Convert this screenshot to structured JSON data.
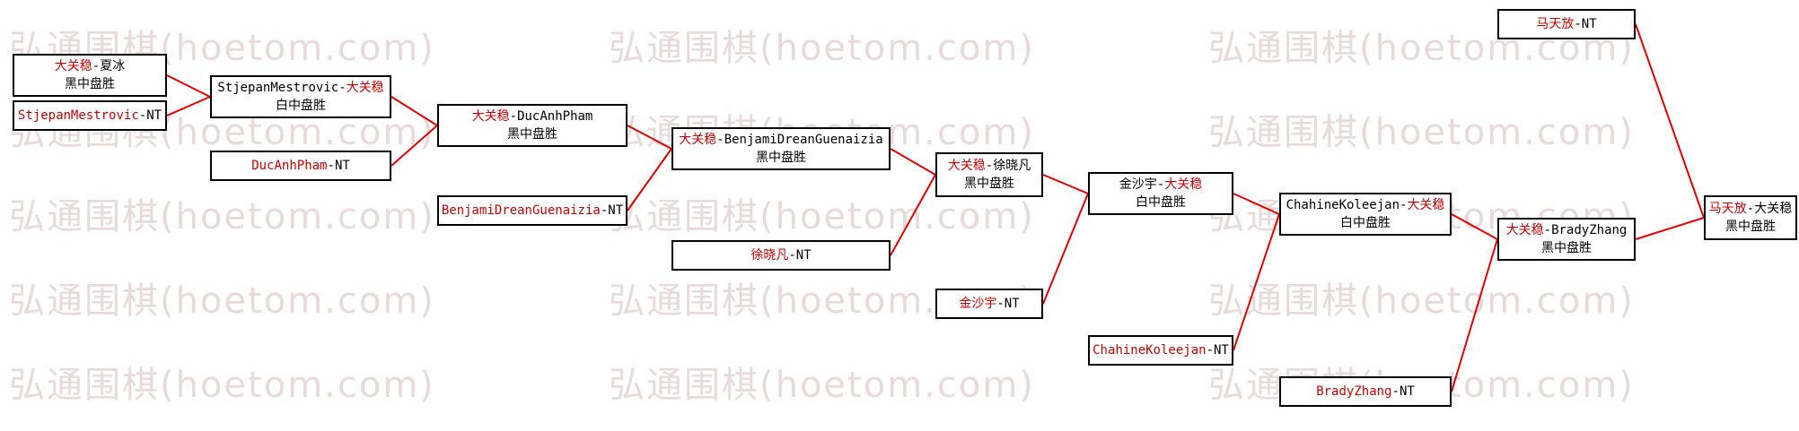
{
  "watermark": {
    "text": "弘通围棋(hoetom.com)",
    "color": "#e8dada"
  },
  "colors": {
    "winner_text": "#cc0000",
    "line": "#e60000",
    "box_border": "#000000"
  },
  "sep": "-",
  "matches": [
    {
      "id": "m1",
      "p1": "大关稳",
      "p2": "夏冰",
      "result": "黑中盘胜"
    },
    {
      "id": "m2",
      "p1": "StjepanMestrovic",
      "p2": "NT",
      "result": ""
    },
    {
      "id": "m3",
      "p1": "StjepanMestrovic",
      "p2": "大关稳",
      "result": "白中盘胜"
    },
    {
      "id": "m4",
      "p1": "DucAnhPham",
      "p2": "NT",
      "result": ""
    },
    {
      "id": "m5",
      "p1": "大关稳",
      "p2": "DucAnhPham",
      "result": "黑中盘胜"
    },
    {
      "id": "m6",
      "p1": "BenjamiDreanGuenaizia",
      "p2": "NT",
      "result": ""
    },
    {
      "id": "m7",
      "p1": "大关稳",
      "p2": "BenjamiDreanGuenaizia",
      "result": "黑中盘胜"
    },
    {
      "id": "m8",
      "p1": "徐晓凡",
      "p2": "NT",
      "result": ""
    },
    {
      "id": "m9",
      "p1": "大关稳",
      "p2": "徐晓凡",
      "result": "黑中盘胜"
    },
    {
      "id": "m10",
      "p1": "金沙宇",
      "p2": "NT",
      "result": ""
    },
    {
      "id": "m11",
      "p1": "金沙宇",
      "p2": "大关稳",
      "result": "白中盘胜"
    },
    {
      "id": "m12",
      "p1": "ChahineKoleejan",
      "p2": "NT",
      "result": ""
    },
    {
      "id": "m13",
      "p1": "ChahineKoleejan",
      "p2": "大关稳",
      "result": "白中盘胜"
    },
    {
      "id": "m14",
      "p1": "BradyZhang",
      "p2": "NT",
      "result": ""
    },
    {
      "id": "m15",
      "p1": "大关稳",
      "p2": "BradyZhang",
      "result": "黑中盘胜"
    },
    {
      "id": "m16",
      "p1": "马天放",
      "p2": "NT",
      "result": ""
    },
    {
      "id": "m17",
      "p1": "马天放",
      "p2": "大关稳",
      "result": "黑中盘胜"
    }
  ],
  "connections": [
    [
      "m1",
      "m3"
    ],
    [
      "m2",
      "m3"
    ],
    [
      "m3",
      "m5"
    ],
    [
      "m4",
      "m5"
    ],
    [
      "m5",
      "m7"
    ],
    [
      "m6",
      "m7"
    ],
    [
      "m7",
      "m9"
    ],
    [
      "m8",
      "m9"
    ],
    [
      "m9",
      "m11"
    ],
    [
      "m10",
      "m11"
    ],
    [
      "m11",
      "m13"
    ],
    [
      "m12",
      "m13"
    ],
    [
      "m13",
      "m15"
    ],
    [
      "m14",
      "m15"
    ],
    [
      "m15",
      "m17"
    ],
    [
      "m16",
      "m17"
    ]
  ]
}
